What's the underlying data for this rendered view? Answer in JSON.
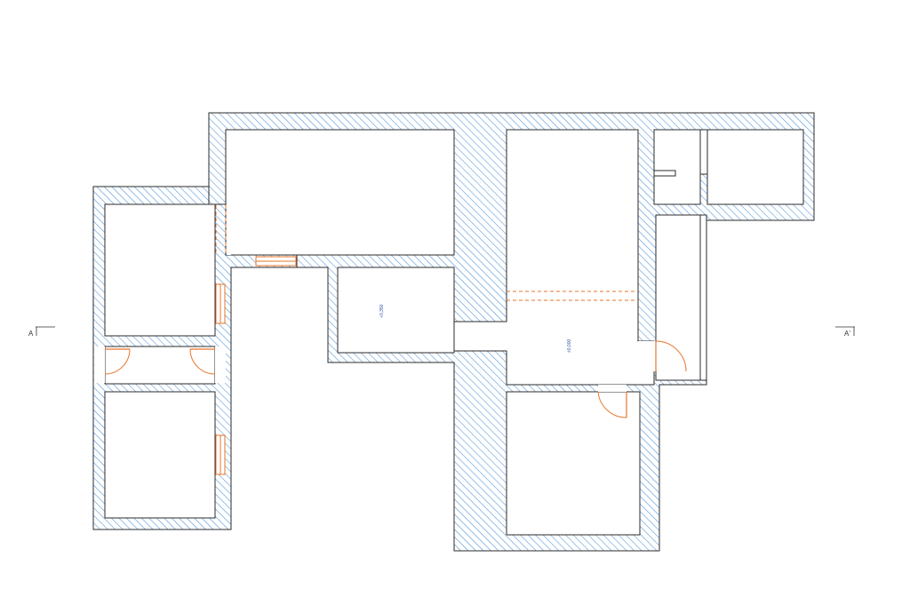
{
  "drawing": {
    "hatch_color": "#4a90d9",
    "outline_color": "#2b2b2b",
    "door_color": "#e8742a",
    "label_color": "#2f55a8"
  },
  "levels": {
    "level_a": "+0,350",
    "level_b": "±0,000"
  },
  "section": {
    "left_label": "A",
    "right_label": "A'"
  }
}
